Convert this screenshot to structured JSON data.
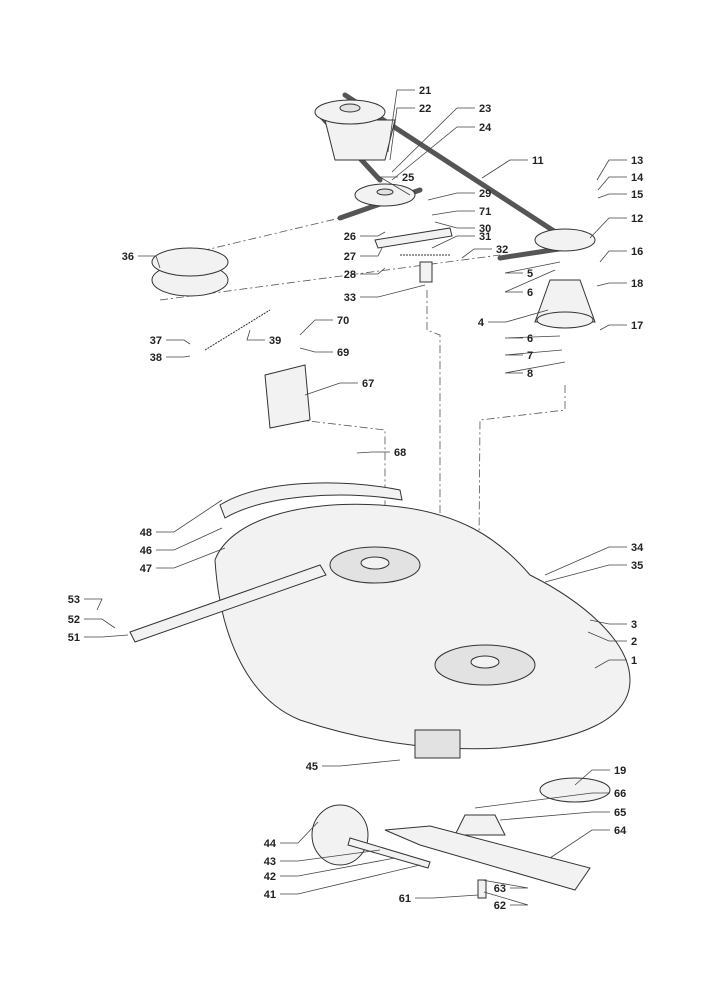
{
  "diagram": {
    "type": "exploded-parts-diagram",
    "part_numbers": [
      "21",
      "22",
      "23",
      "24",
      "11",
      "13",
      "14",
      "15",
      "25",
      "29",
      "71",
      "30",
      "26",
      "31",
      "32",
      "27",
      "28",
      "12",
      "16",
      "36",
      "5",
      "18",
      "6",
      "33",
      "4",
      "17",
      "70",
      "37",
      "39",
      "69",
      "6",
      "7",
      "38",
      "8",
      "67",
      "68",
      "48",
      "46",
      "47",
      "34",
      "35",
      "53",
      "3",
      "52",
      "2",
      "51",
      "1",
      "45",
      "19",
      "66",
      "65",
      "44",
      "64",
      "43",
      "42",
      "63",
      "41",
      "61",
      "62"
    ]
  }
}
